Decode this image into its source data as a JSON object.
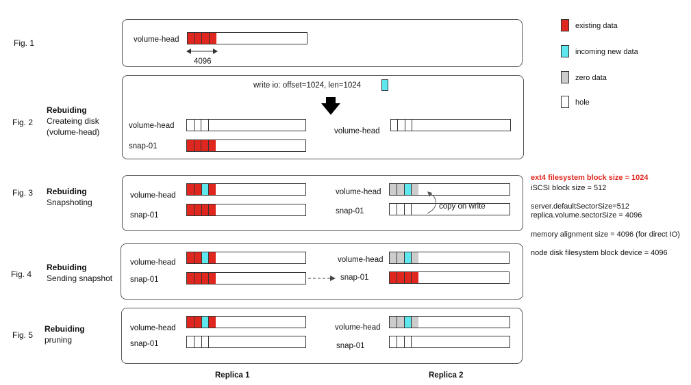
{
  "colors": {
    "existing": "#e0271f",
    "incoming": "#5ee8ee",
    "zero": "#cccccc",
    "hole": "#ffffff",
    "warn": "#e0271f"
  },
  "figs": [
    "Fig. 1",
    "Fig. 2",
    "Fig. 3",
    "Fig. 4",
    "Fig. 5"
  ],
  "rebuilding_label": "Rebuiding",
  "stages": [
    "Createing disk",
    "(volume-head)",
    "Snapshoting",
    "Sending snapshot",
    "pruning"
  ],
  "labels": {
    "volume_head": "volume-head",
    "snap": "snap-01"
  },
  "fig1": {
    "size_label": "4096"
  },
  "fig2": {
    "write_io": "write io: offset=1024, len=1024"
  },
  "fig3": {
    "cow": "copy on write"
  },
  "legend": [
    {
      "label": "existing data",
      "color": "#e0271f"
    },
    {
      "label": "incoming new data",
      "color": "#5ee8ee"
    },
    {
      "label": "zero data",
      "color": "#cccccc"
    },
    {
      "label": "hole",
      "color": "#ffffff"
    }
  ],
  "info": {
    "ext4": "ext4 filesystem block size = 1024",
    "iscsi": "iSCSI block size = 512",
    "server": "server.defaultSectorSize=512",
    "replica": "replica.volume.sectorSize = 4096",
    "memory": "memory alignment size = 4096 (for direct IO)",
    "node": "node disk filesystem block device = 4096"
  },
  "replicas": [
    "Replica 1",
    "Replica 2"
  ]
}
